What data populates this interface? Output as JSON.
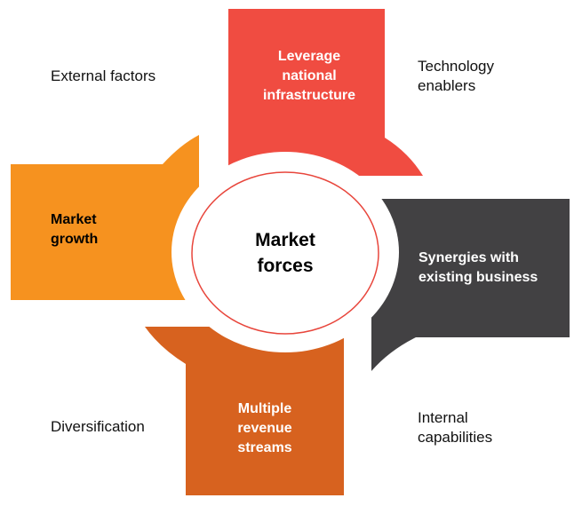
{
  "colors": {
    "red": "#f04c41",
    "orange": "#f6921f",
    "dark": "#424143",
    "burnt": "#d7621f",
    "ring": "#e8463c"
  },
  "center": {
    "line1": "Market",
    "line2": "forces"
  },
  "blocks": {
    "top": {
      "line1": "Leverage",
      "line2": "national",
      "line3": "infrastructure"
    },
    "left": {
      "line1": "Market",
      "line2": "growth"
    },
    "right": {
      "line1": "Synergies with",
      "line2": "existing business"
    },
    "bottom": {
      "line1": "Multiple",
      "line2": "revenue",
      "line3": "streams"
    }
  },
  "labels": {
    "top_left": "External factors",
    "top_right_1": "Technology",
    "top_right_2": "enablers",
    "bottom_left": "Diversification",
    "bottom_right_1": "Internal",
    "bottom_right_2": "capabilities"
  }
}
